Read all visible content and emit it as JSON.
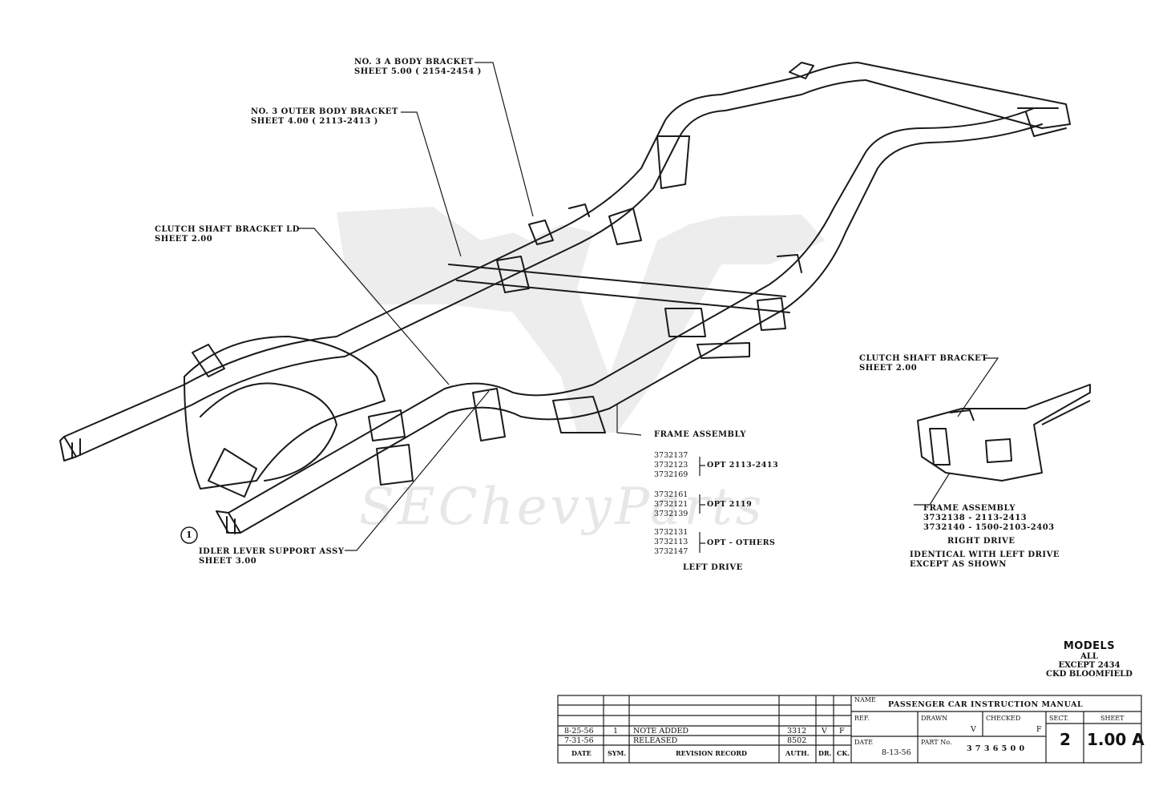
{
  "callouts": {
    "no3a_line1": "NO. 3 A BODY BRACKET",
    "no3a_line2": "SHEET 5.00 ( 2154-2454 )",
    "no3outer_line1": "NO. 3 OUTER BODY BRACKET",
    "no3outer_line2": "SHEET 4.00 ( 2113-2413 )",
    "clutch_ld_line1": "CLUTCH SHAFT BRACKET LD",
    "clutch_ld_line2": "SHEET 2.00",
    "frame_assembly": "FRAME ASSEMBLY",
    "idler_line1": "IDLER LEVER SUPPORT ASSY",
    "idler_line2": "SHEET 3.00",
    "circle_note": "1"
  },
  "left_drive": {
    "groups": [
      {
        "parts": [
          "3732137",
          "3732123",
          "3732169"
        ],
        "label": "OPT 2113-2413"
      },
      {
        "parts": [
          "3732161",
          "3732121",
          "3732139"
        ],
        "label": "OPT 2119"
      },
      {
        "parts": [
          "3732131",
          "3732113",
          "3732147"
        ],
        "label": "OPT - OTHERS"
      }
    ],
    "caption": "LEFT DRIVE"
  },
  "right_drive": {
    "clutch_line1": "CLUTCH SHAFT BRACKET",
    "clutch_line2": "SHEET 2.00",
    "frame_title": "FRAME ASSEMBLY",
    "frame_line1": "3732138 - 2113-2413",
    "frame_line2": "3732140 - 1500-2103-2403",
    "caption": "RIGHT DRIVE",
    "note_line1": "IDENTICAL WITH LEFT DRIVE",
    "note_line2": "EXCEPT AS SHOWN"
  },
  "models": {
    "title": "MODELS",
    "line1": "ALL",
    "line2": "EXCEPT 2434",
    "line3": "CKD BLOOMFIELD"
  },
  "title_block": {
    "name_label": "NAME",
    "name_value": "PASSENGER CAR INSTRUCTION MANUAL",
    "ref_label": "REF.",
    "drawn_label": "DRAWN",
    "drawn_value": "V",
    "checked_label": "CHECKED",
    "checked_value": "F",
    "sect_label": "SECT.",
    "sect_value": "2",
    "sheet_label": "SHEET",
    "sheet_value": "1.00 A",
    "date_label": "DATE",
    "date_value": "8-13-56",
    "part_label": "PART No.",
    "part_value": "3 7 3 6 5 0 0",
    "revisions": [
      {
        "date": "8-25-56",
        "sym": "1",
        "record": "NOTE ADDED",
        "auth": "3312",
        "dr": "V",
        "ck": "F"
      },
      {
        "date": "7-31-56",
        "sym": "",
        "record": "RELEASED",
        "auth": "8502",
        "dr": "",
        "ck": ""
      }
    ],
    "col_date": "DATE",
    "col_sym": "SYM.",
    "col_record": "REVISION RECORD",
    "col_auth": "AUTH.",
    "col_dr": "DR.",
    "col_ck": "CK."
  },
  "watermark": {
    "text": "SEChevyParts"
  }
}
